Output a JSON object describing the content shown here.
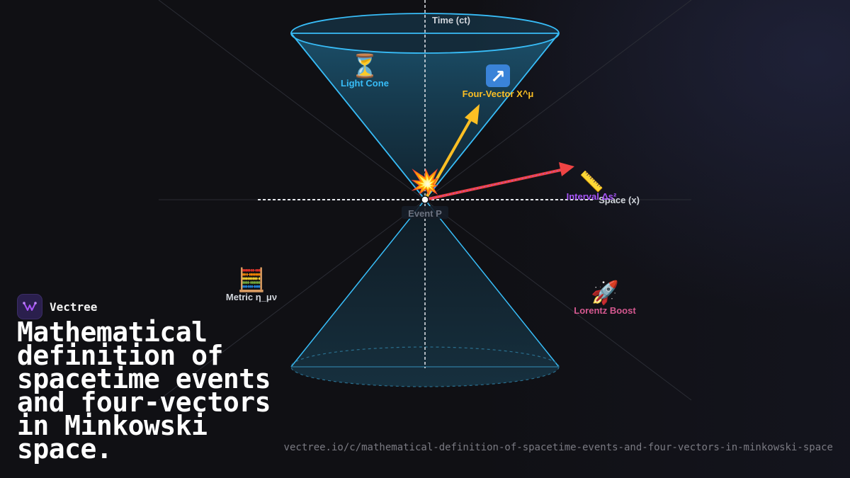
{
  "diagram": {
    "time_axis_label": "Time (ct)",
    "space_axis_label": "Space (x)",
    "event_label": "Event P",
    "nodes": {
      "light_cone": {
        "label": "Light Cone",
        "icon": "hourglass-icon",
        "glyph": "⏳",
        "color": "#38bdf8"
      },
      "four_vector": {
        "label": "Four-Vector X^μ",
        "icon": "up-right-arrow-icon",
        "glyph": "↗",
        "color": "#fbbf24"
      },
      "interval": {
        "label": "Interval Δs²",
        "icon": "ruler-icon",
        "glyph": "📏",
        "color": "#a855f7"
      },
      "metric": {
        "label": "Metric η_μν",
        "icon": "abacus-icon",
        "glyph": "🧮",
        "color": "#d1d5db"
      },
      "lorentz": {
        "label": "Lorentz Boost",
        "icon": "rocket-icon",
        "glyph": "🚀",
        "color": "#d4588f"
      },
      "event": {
        "icon": "collision-icon",
        "glyph": "💥"
      }
    },
    "colors": {
      "cone_edge": "#38bdf8",
      "cone_fill": "#1a4a63",
      "four_vector_arrow": "#fbbf24",
      "interval_arrow": "#ef4444",
      "axis_dashed": "#e5e7eb"
    }
  },
  "brand": {
    "name": "Vectree"
  },
  "headline": "Mathematical definition of spacetime events and four-vectors in Minkowski space.",
  "url": "vectree.io/c/mathematical-definition-of-spacetime-events-and-four-vectors-in-minkowski-space"
}
